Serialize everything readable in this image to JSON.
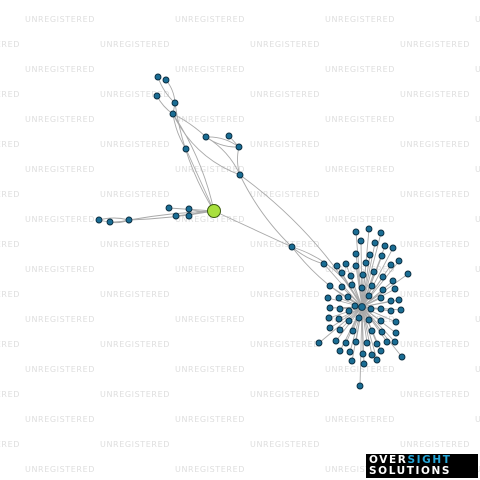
{
  "watermark": {
    "text": "UNREGISTERED"
  },
  "logo": {
    "line1_a": "OVER",
    "line1_b": "SIGHT",
    "line2": "SOLUTIONS",
    "colors": {
      "background": "#000000",
      "text": "#ffffff",
      "highlight": "#23a6d8"
    }
  },
  "graph": {
    "colors": {
      "edge": "#a9a9a9",
      "node": "#1a6d94",
      "node_stroke": "#0b2c3f",
      "focus": "#a8e03d"
    },
    "focus_node_count": 1,
    "node_count": 97
  }
}
